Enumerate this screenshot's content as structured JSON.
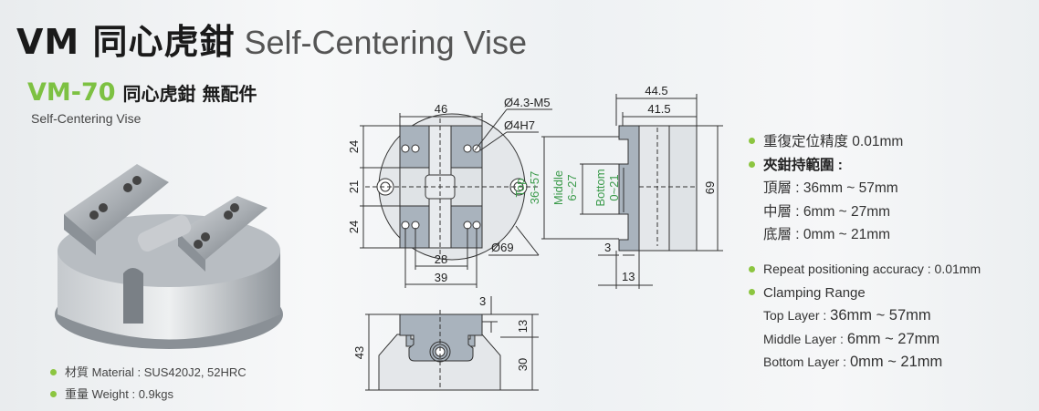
{
  "header": {
    "title_bold": "VM 同心虎鉗",
    "title_light": "Self-Centering Vise"
  },
  "product": {
    "model": "VM-70",
    "name_zh": "同心虎鉗 無配件",
    "name_en": "Self-Centering Vise",
    "brand_color": "#7dc142"
  },
  "specs_left": [
    {
      "label": "材質 Material : ",
      "value": "SUS420J2, 52HRC"
    },
    {
      "label": "重量 Weight : ",
      "value": "0.9kgs"
    }
  ],
  "specs_zh": {
    "accuracy": "重復定位精度 0.01mm",
    "range_title": "夾鉗持範圍 :",
    "layers": [
      {
        "label": "頂層 : ",
        "value": "36mm ~ 57mm"
      },
      {
        "label": "中層 : ",
        "value": "6mm ~ 27mm"
      },
      {
        "label": "底層 : ",
        "value": "0mm ~ 21mm"
      }
    ]
  },
  "specs_en": {
    "accuracy": "Repeat positioning accuracy : 0.01mm",
    "range_title": "Clamping Range",
    "layers": [
      {
        "label": "Top Layer : ",
        "value": "36mm ~ 57mm"
      },
      {
        "label": "Middle Layer : ",
        "value": "6mm ~ 27mm"
      },
      {
        "label": "Bottom Layer : ",
        "value": "0mm ~ 21mm"
      }
    ]
  },
  "drawing": {
    "top_view": {
      "width": "46",
      "hole1": "Ø4.3-M5",
      "hole2": "Ø4H7",
      "h1": "24",
      "h2": "21",
      "h3": "24",
      "w28": "28",
      "w39": "39",
      "dia": "Ø69"
    },
    "side_view": {
      "w1": "44.5",
      "w2": "41.5",
      "h": "69",
      "d3": "3",
      "d13": "13",
      "top_label": "Top",
      "top_range": "36~57",
      "mid_label": "Middle",
      "mid_range": "6~27",
      "bot_label": "Bottom",
      "bot_range": "0~21",
      "range_color": "#3a9a4a"
    },
    "front_view": {
      "d3": "3",
      "h13": "13",
      "h30": "30",
      "h43": "43"
    }
  }
}
